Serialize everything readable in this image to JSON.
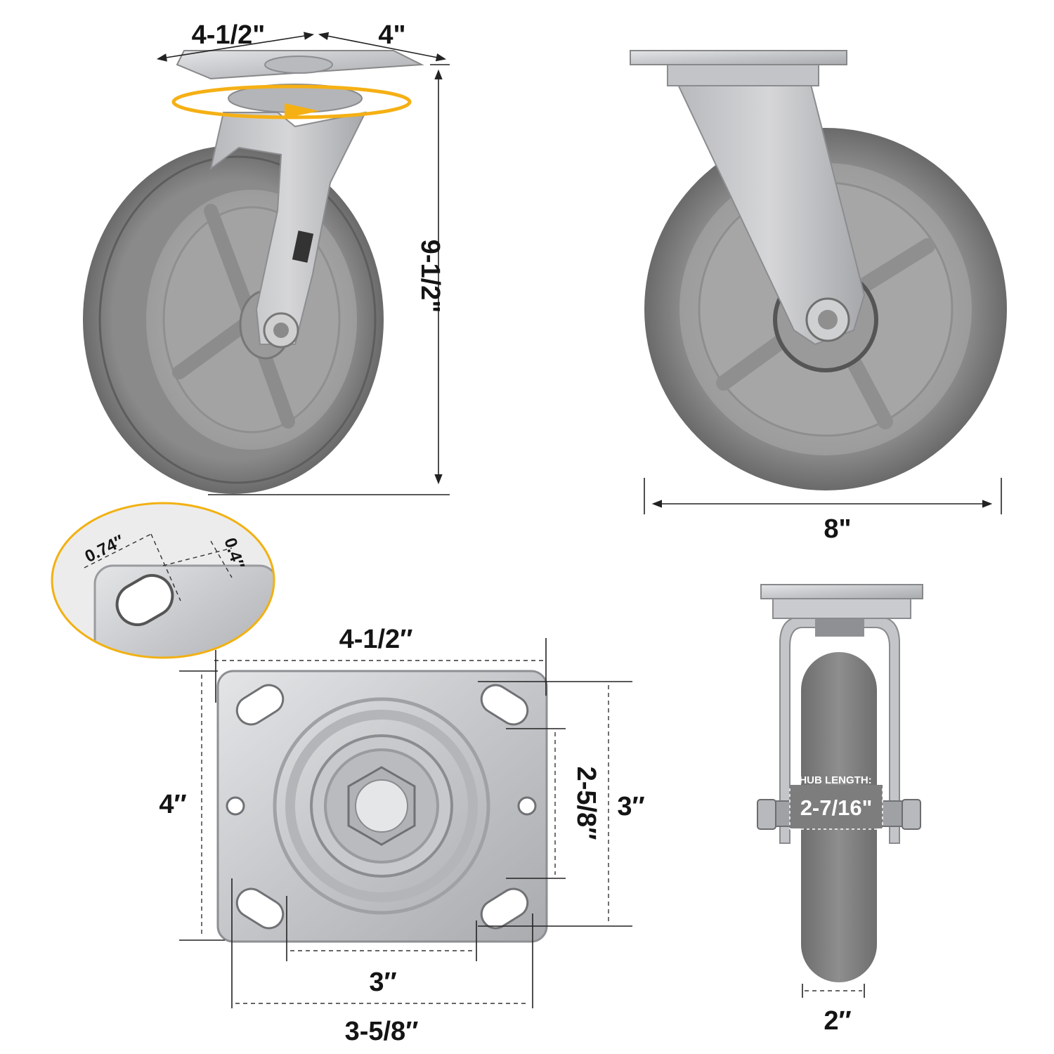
{
  "views": {
    "swivel_angle": {
      "plate_length": "4-1/2\"",
      "plate_width": "4\"",
      "overall_height": "9-1/2\""
    },
    "side": {
      "wheel_diameter": "8\""
    },
    "hole_detail": {
      "slot_length": "0.74″",
      "slot_width": "0.4″"
    },
    "top_plate": {
      "plate_length": "4-1/2″",
      "plate_width": "4″",
      "bolt_spacing_long": "3-5/8″",
      "bolt_spacing_short": "3″",
      "inner_spacing_vertical": "2-5/8″",
      "outer_spacing_vertical": "3″"
    },
    "front": {
      "hub_label": "HUB LENGTH:",
      "hub_length": "2-7/16\"",
      "wheel_width": "2″"
    }
  },
  "colors": {
    "tread": "#7a7a7a",
    "hub": "#a8a8a8",
    "steel": "#c9cacc",
    "rotation_arrow": "#f5b014",
    "detail_border": "#f2b111"
  }
}
